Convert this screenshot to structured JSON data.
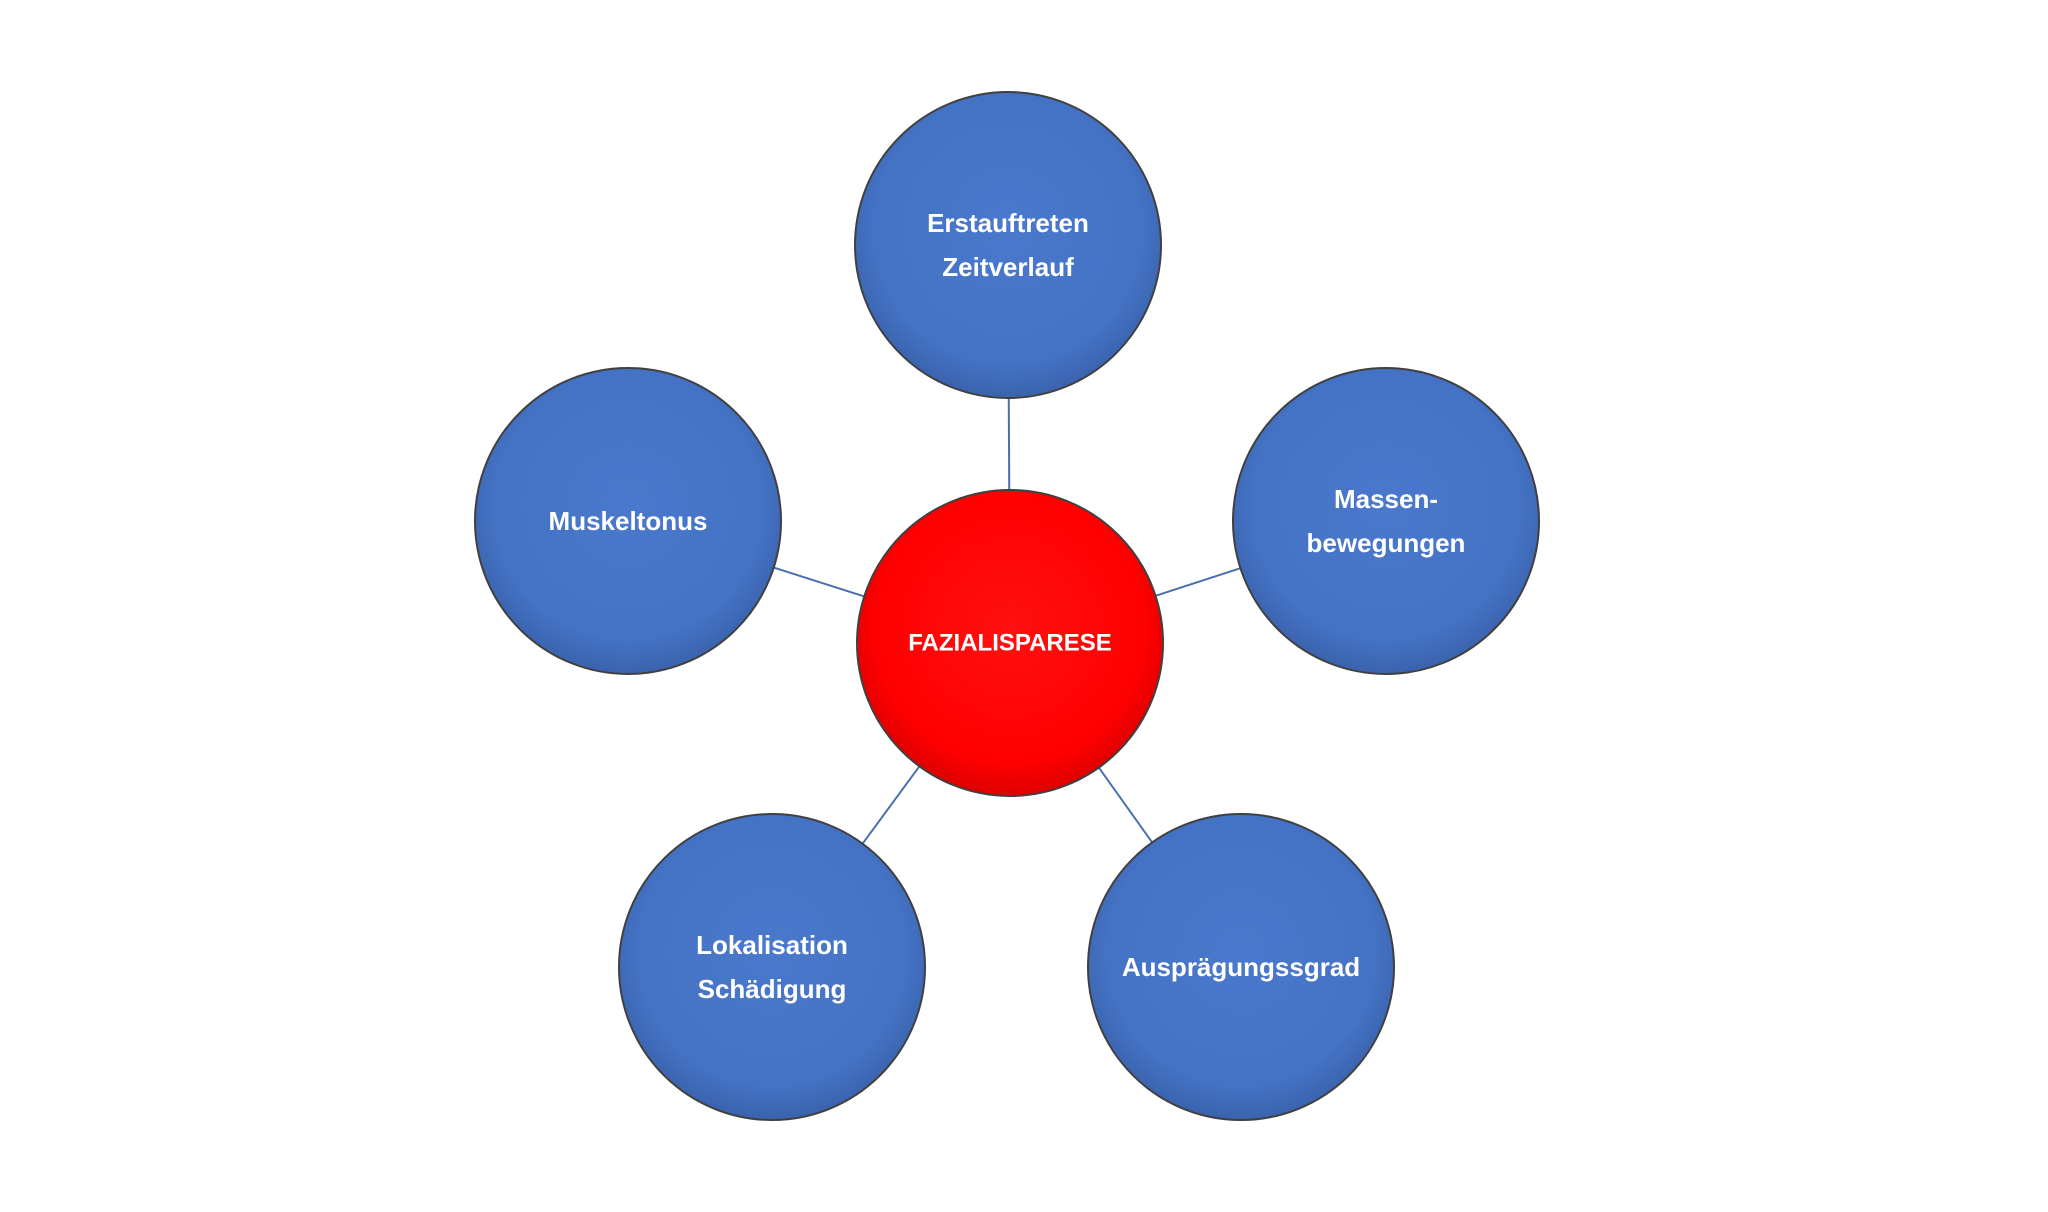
{
  "colors": {
    "center_fill": "#ff0000",
    "node_fill": "#4472c4",
    "outline": "#404040",
    "connector": "#4a6fb0",
    "text": "#ffffff"
  },
  "center": {
    "label": "FAZIALISPARESE"
  },
  "nodes": [
    {
      "id": "top",
      "lines": [
        "Erstauftreten",
        "Zeitverlauf"
      ]
    },
    {
      "id": "right",
      "lines": [
        "Massen-",
        "bewegungen"
      ]
    },
    {
      "id": "bottom-right",
      "lines": [
        "Ausprägungssgrad"
      ]
    },
    {
      "id": "bottom-left",
      "lines": [
        "Lokalisation",
        "Schädigung"
      ]
    },
    {
      "id": "left",
      "lines": [
        "Muskeltonus"
      ]
    }
  ]
}
